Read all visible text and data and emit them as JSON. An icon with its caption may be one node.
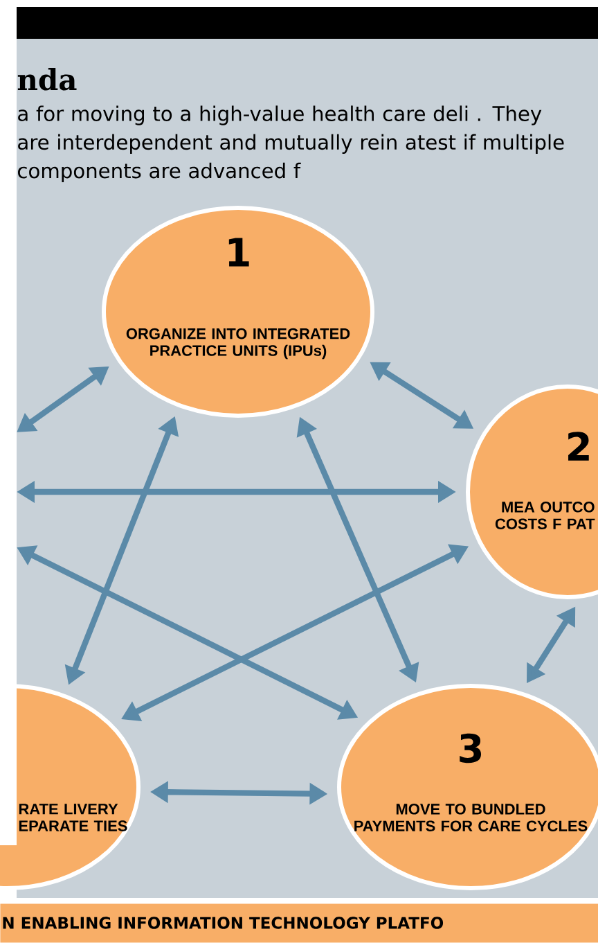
{
  "diagram": {
    "title": "nda",
    "nodes": [
      {
        "text": [
          "1",
          "ORGANIZE INTO INTEGRATED PRACTICE UNITS (IPUs)"
        ]
      },
      {
        "text": [
          "2",
          "MEA OUTCO COSTS F PAT"
        ]
      },
      {
        "text": [
          "RATE LIVERY EPARATE TIES"
        ]
      },
      {
        "text": [
          "3",
          "MOVE TO BUNDLED PAYMENTS FOR CARE CYCLES"
        ]
      },
      {
        "text": [
          "N ENABLING INFORMATION TECHNOLOGY PLATFO"
        ]
      }
    ],
    "edges": [
      {
        "from": null,
        "to": 0,
        "arrow": "both"
      },
      {
        "from": 0,
        "to": 1,
        "arrow": "both"
      },
      {
        "from": null,
        "to": 1,
        "arrow": "both"
      },
      {
        "from": null,
        "to": 3,
        "arrow": "both"
      },
      {
        "from": 2,
        "to": 0,
        "arrow": "both"
      },
      {
        "from": 3,
        "to": 0,
        "arrow": "both"
      },
      {
        "from": 2,
        "to": 1,
        "arrow": "both"
      },
      {
        "from": 1,
        "to": 3,
        "arrow": "both"
      },
      {
        "from": 2,
        "to": 3,
        "arrow": "both"
      }
    ],
    "labels": [
      "a for moving to a high-value health care deli . They are interdependent and mutually rein atest if multiple components are advanced f"
    ]
  }
}
